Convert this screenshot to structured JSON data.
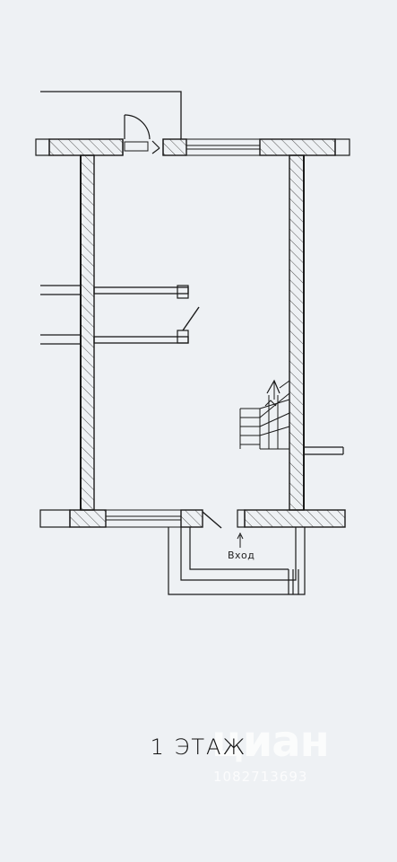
{
  "plan": {
    "entrance_label": "Вход",
    "floor_title": "1 ЭТАЖ"
  },
  "watermark": {
    "logo": "циан",
    "id": "1082713693"
  },
  "colors": {
    "background": "#eef1f4",
    "wall": "#1a1a1a",
    "hatch": "#555555"
  }
}
